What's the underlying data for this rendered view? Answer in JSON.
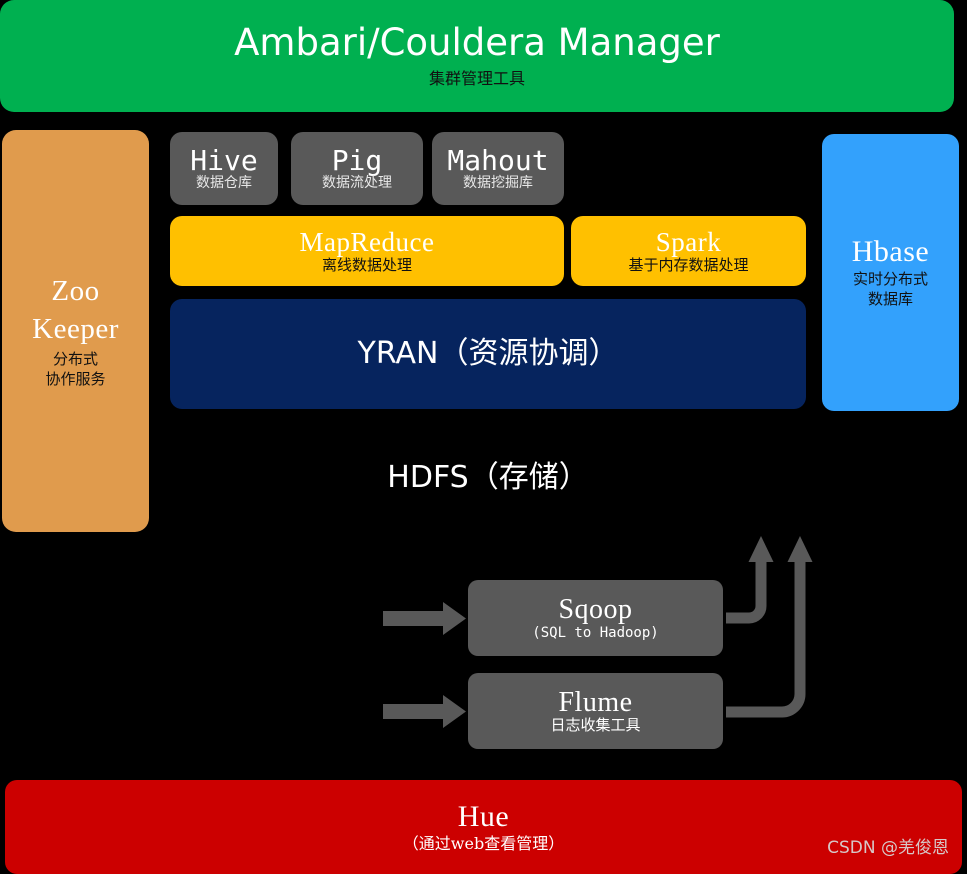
{
  "banner": {
    "title": "Ambari/Couldera Manager",
    "subtitle": "集群管理工具",
    "color": "#00B050"
  },
  "zookeeper": {
    "title_line1": "Zoo",
    "title_line2": "Keeper",
    "sub_line1": "分布式",
    "sub_line2": "协作服务",
    "color": "#E09B4D"
  },
  "tools": [
    {
      "name": "Hive",
      "sub": "数据仓库",
      "color": "#595959"
    },
    {
      "name": "Pig",
      "sub": "数据流处理",
      "color": "#595959"
    },
    {
      "name": "Mahout",
      "sub": "数据挖掘库",
      "color": "#595959"
    }
  ],
  "engines": [
    {
      "name": "MapReduce",
      "sub": "离线数据处理",
      "color": "#FFC000"
    },
    {
      "name": "Spark",
      "sub": "基于内存数据处理",
      "color": "#FFC000"
    }
  ],
  "yarn": {
    "label": "YRAN（资源协调）",
    "color": "#06245E"
  },
  "hbase": {
    "title": "Hbase",
    "sub_line1": "实时分布式",
    "sub_line2": "数据库",
    "color": "#33A1FC"
  },
  "hdfs": {
    "label": "HDFS（存储）"
  },
  "ingest": [
    {
      "name": "Sqoop",
      "sub": "(SQL to Hadoop)",
      "sub_style": "mono",
      "color": "#595959"
    },
    {
      "name": "Flume",
      "sub": "日志收集工具",
      "sub_style": "cn",
      "color": "#595959"
    }
  ],
  "arrows": {
    "color": "#595959",
    "in_arrow_sqoop": "input-arrow-to-sqoop",
    "in_arrow_flume": "input-arrow-to-flume",
    "out_arrow_sqoop": "output-arrow-from-sqoop-up",
    "out_arrow_flume": "output-arrow-from-flume-up"
  },
  "hue": {
    "title": "Hue",
    "subtitle": "（通过web查看管理）",
    "color": "#CC0000"
  },
  "watermark": {
    "text": "CSDN @羌俊恩"
  }
}
